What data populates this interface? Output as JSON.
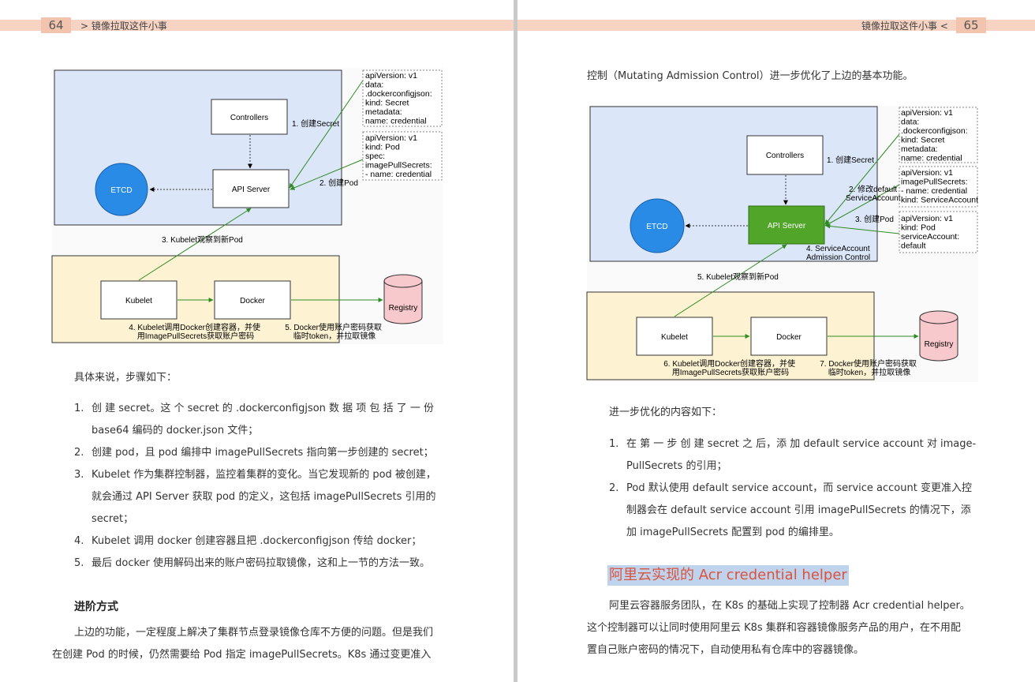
{
  "left_page": {
    "page_number": "64",
    "header_title": "> 镜像拉取这件小事",
    "diagram": {
      "controllers": "Controllers",
      "api_server": "API Server",
      "etcd": "ETCD",
      "kubelet": "Kubelet",
      "docker": "Docker",
      "registry": "Registry",
      "step1": "1. 创建Secret",
      "step2": "2. 创建Pod",
      "step3": "3. Kubelet观察到新Pod",
      "step4_l1": "4. Kubelet调用Docker创建容器，并使",
      "step4_l2": "用ImagePullSecrets获取账户密码",
      "step5_l1": "5. Docker使用账户密码获取",
      "step5_l2": "临时token，并拉取镜像",
      "secret_yaml": [
        "apiVersion: v1",
        "data:",
        "  .dockerconfigjson:",
        "kind: Secret",
        "metadata:",
        "  name: credential"
      ],
      "pod_yaml": [
        "apiVersion: v1",
        "kind: Pod",
        "spec:",
        "  imagePullSecrets:",
        "  - name: credential"
      ]
    },
    "intro": "具体来说，步骤如下：",
    "steps": [
      {
        "num": "1.",
        "lines": [
          "创 建 secret。这 个 secret 的 .dockerconfigjson 数 据 项 包 括 了 一 份",
          "base64 编码的 docker.json 文件；"
        ]
      },
      {
        "num": "2.",
        "lines": [
          "创建 pod，且 pod 编排中 imagePullSecrets 指向第一步创建的 secret；"
        ]
      },
      {
        "num": "3.",
        "lines": [
          "Kubelet 作为集群控制器，监控着集群的变化。当它发现新的 pod 被创建，",
          "就会通过 API Server 获取 pod 的定义，这包括 imagePullSecrets 引用的",
          "secret；"
        ]
      },
      {
        "num": "4.",
        "lines": [
          "Kubelet 调用 docker 创建容器且把 .dockerconfigjson 传给 docker；"
        ]
      },
      {
        "num": "5.",
        "lines": [
          "最后 docker 使用解码出来的账户密码拉取镜像，这和上一节的方法一致。"
        ]
      }
    ],
    "section_title": "进阶方式",
    "section_para": [
      "上边的功能，一定程度上解决了集群节点登录镜像仓库不方便的问题。但是我们",
      "在创建 Pod 的时候，仍然需要给 Pod 指定 imagePullSecrets。K8s 通过变更准入"
    ]
  },
  "right_page": {
    "page_number": "65",
    "header_title": "镜像拉取这件小事 <",
    "top_line": "控制（Mutating Admission Control）进一步优化了上边的基本功能。",
    "diagram": {
      "controllers": "Controllers",
      "api_server": "API Server",
      "etcd": "ETCD",
      "kubelet": "Kubelet",
      "docker": "Docker",
      "registry": "Registry",
      "step1": "1. 创建Secret",
      "step2_l1": "2. 修改default",
      "step2_l2": "ServiceAccount",
      "step3": "3. 创建Pod",
      "step4_l1": "4. ServiceAccount",
      "step4_l2": "Admission Control",
      "step5": "5. Kubelet观察到新Pod",
      "step6_l1": "6. Kubelet调用Docker创建容器，并使",
      "step6_l2": "用ImagePullSecrets获取账户密码",
      "step7_l1": "7. Docker使用账户密码获取",
      "step7_l2": "临时token，并拉取镜像",
      "secret_yaml": [
        "apiVersion: v1",
        "data:",
        "  .dockerconfigjson:",
        "kind: Secret",
        "metadata:",
        "  name: credential"
      ],
      "sa_yaml": [
        "apiVersion: v1",
        "imagePullSecrets:",
        "- name: credential",
        "kind: ServiceAccount"
      ],
      "pod_yaml": [
        "apiVersion: v1",
        "kind: Pod",
        "serviceAccount:",
        "default"
      ]
    },
    "intro": "进一步优化的内容如下：",
    "steps": [
      {
        "num": "1.",
        "lines": [
          "在 第 一 步 创 建 secret 之 后，添 加 default service account 对 image-",
          "PullSecrets 的引用；"
        ]
      },
      {
        "num": "2.",
        "lines": [
          "Pod 默认使用 default service account，而 service account 变更准入控",
          "制器会在 default service account 引用 imagePullSecrets 的情况下，添",
          "加 imagePullSecrets 配置到 pod 的编排里。"
        ]
      }
    ],
    "section_title": "阿里云实现的 Acr credential helper",
    "section_para": [
      "阿里云容器服务团队，在 K8s 的基础上实现了控制器 Acr credential helper。",
      "这个控制器可以让同时使用阿里云 K8s 集群和容器镜像服务产品的用户，在不用配",
      "置自己账户密码的情况下，自动使用私有仓库中的容器镜像。"
    ]
  }
}
